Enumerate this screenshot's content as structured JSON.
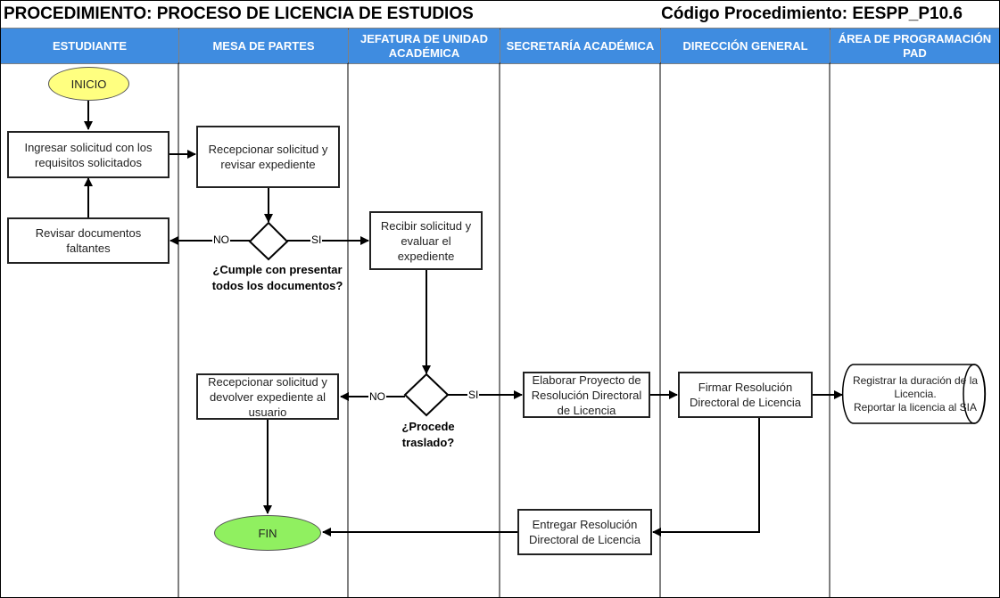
{
  "header": {
    "title": "PROCEDIMIENTO: PROCESO DE LICENCIA DE ESTUDIOS",
    "code": "Código Procedimiento: EESPP_P10.6"
  },
  "lanes": [
    {
      "label": "ESTUDIANTE"
    },
    {
      "label": "MESA DE PARTES"
    },
    {
      "label": "JEFATURA DE UNIDAD ACADÉMICA"
    },
    {
      "label": "SECRETARÍA ACADÉMICA"
    },
    {
      "label": "DIRECCIÓN GENERAL"
    },
    {
      "label": "ÁREA DE PROGRAMACIÓN PAD"
    }
  ],
  "nodes": {
    "inicio": "INICIO",
    "ingresar": "Ingresar solicitud con los requisitos solicitados",
    "recepcionar": "Recepcionar solicitud y revisar expediente",
    "revisar_docs": "Revisar documentos faltantes",
    "recibir": "Recibir solicitud y evaluar el expediente",
    "recepcionar_devolver": "Recepcionar solicitud y devolver expediente al usuario",
    "elaborar": "Elaborar Proyecto de Resolución Directoral de Licencia",
    "firmar": "Firmar Resolución Directoral de Licencia",
    "registrar_line1": "Registrar la duración de la Licencia.",
    "registrar_line2": "Reportar la licencia al SIA",
    "entregar": "Entregar Resolución Directoral  de Licencia",
    "fin": "FIN"
  },
  "decisions": {
    "cumple": "¿Cumple con presentar todos los documentos?",
    "procede": "¿Procede traslado?"
  },
  "edge_labels": {
    "no_1": "NO",
    "si_1": "SI",
    "no_2": "NO",
    "si_2": "SI"
  },
  "colors": {
    "lane_header": "#3f8ce0",
    "start": "#ffff80",
    "end": "#90f060",
    "line": "#000000"
  }
}
